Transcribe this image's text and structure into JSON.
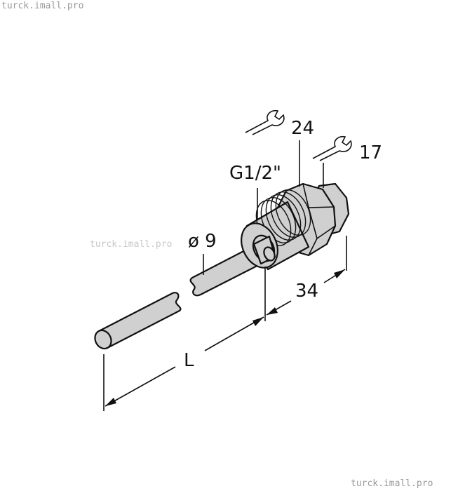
{
  "watermark": "turck.imall.pro",
  "dimensions": {
    "wrench_large": "24",
    "wrench_small": "17",
    "thread": "G1/2\"",
    "diameter": "ø 9",
    "fitting_length": "34",
    "length": "L"
  },
  "colors": {
    "part_fill": "#d0d0d0",
    "line": "#111111",
    "watermark": "#9a9a9a"
  }
}
